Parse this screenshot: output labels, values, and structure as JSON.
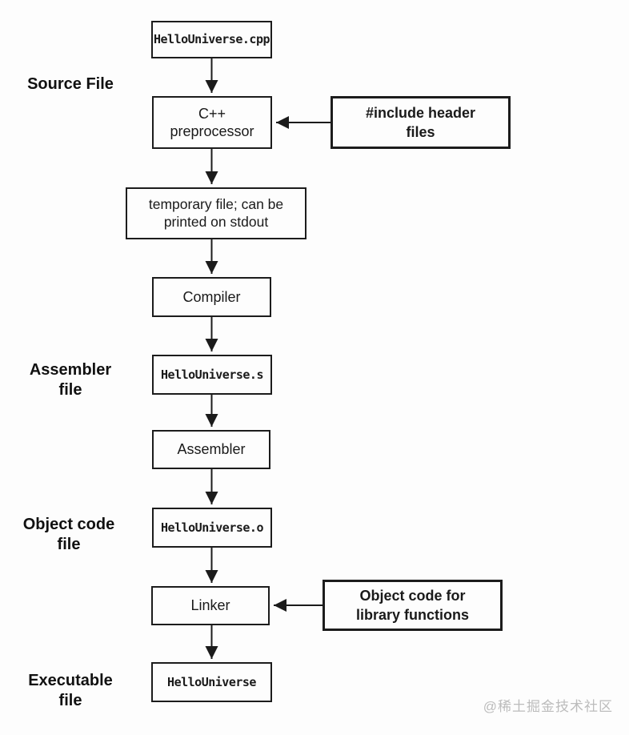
{
  "diagram": {
    "type": "flowchart",
    "subject": "C++ compilation pipeline",
    "nodes": {
      "source_file": "HelloUniverse.cpp",
      "preprocessor": "C++\npreprocessor",
      "include_callout": "#include header\nfiles",
      "temp_file": "temporary file; can be\nprinted on stdout",
      "compiler": "Compiler",
      "assembly_file": "HelloUniverse.s",
      "assembler": "Assembler",
      "object_file": "HelloUniverse.o",
      "linker": "Linker",
      "library_callout": "Object code for\nlibrary functions",
      "executable_file": "HelloUniverse"
    },
    "stage_labels": {
      "source": "Source File",
      "assembler": "Assembler\nfile",
      "object": "Object code\nfile",
      "executable": "Executable\nfile"
    },
    "edges": [
      {
        "from": "source_file",
        "to": "preprocessor"
      },
      {
        "from": "include_callout",
        "to": "preprocessor"
      },
      {
        "from": "preprocessor",
        "to": "temp_file"
      },
      {
        "from": "temp_file",
        "to": "compiler"
      },
      {
        "from": "compiler",
        "to": "assembly_file"
      },
      {
        "from": "assembly_file",
        "to": "assembler"
      },
      {
        "from": "assembler",
        "to": "object_file"
      },
      {
        "from": "object_file",
        "to": "linker"
      },
      {
        "from": "library_callout",
        "to": "linker"
      },
      {
        "from": "linker",
        "to": "executable_file"
      }
    ],
    "colors": {
      "line": "#1b1b1b",
      "box_border": "#1c1c1c",
      "background": "#fdfdfd",
      "watermark": "#bcbcbc"
    },
    "watermark": "@稀土掘金技术社区"
  }
}
